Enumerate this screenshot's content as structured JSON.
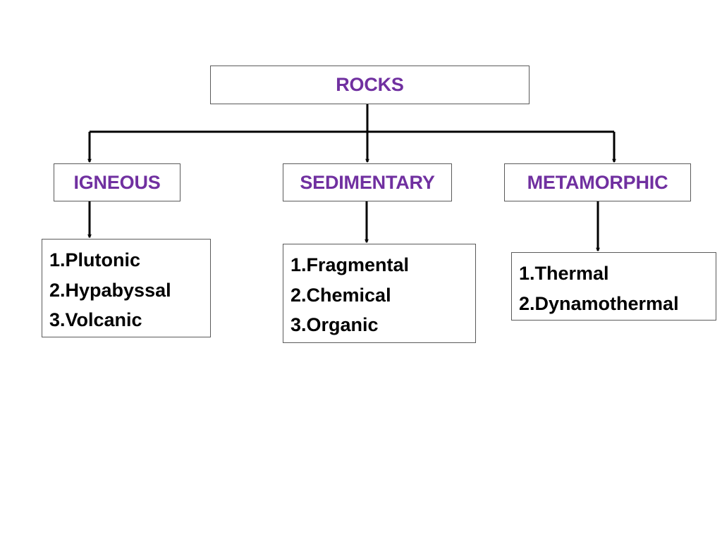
{
  "diagram": {
    "root": {
      "label": "ROCKS"
    },
    "categories": [
      {
        "id": "igneous",
        "label": "IGNEOUS",
        "items": [
          "1.Plutonic",
          "2.Hypabyssal",
          "3.Volcanic"
        ]
      },
      {
        "id": "sedimentary",
        "label": "SEDIMENTARY",
        "items": [
          "1.Fragmental",
          "2.Chemical",
          "3.Organic"
        ]
      },
      {
        "id": "metamorphic",
        "label": "METAMORPHIC",
        "items": [
          "1.Thermal",
          "2.Dynamothermal"
        ]
      }
    ]
  },
  "colors": {
    "heading_text": "#7030a0",
    "list_text": "#000000",
    "box_border": "#5a5a5a",
    "connector": "#000000"
  }
}
